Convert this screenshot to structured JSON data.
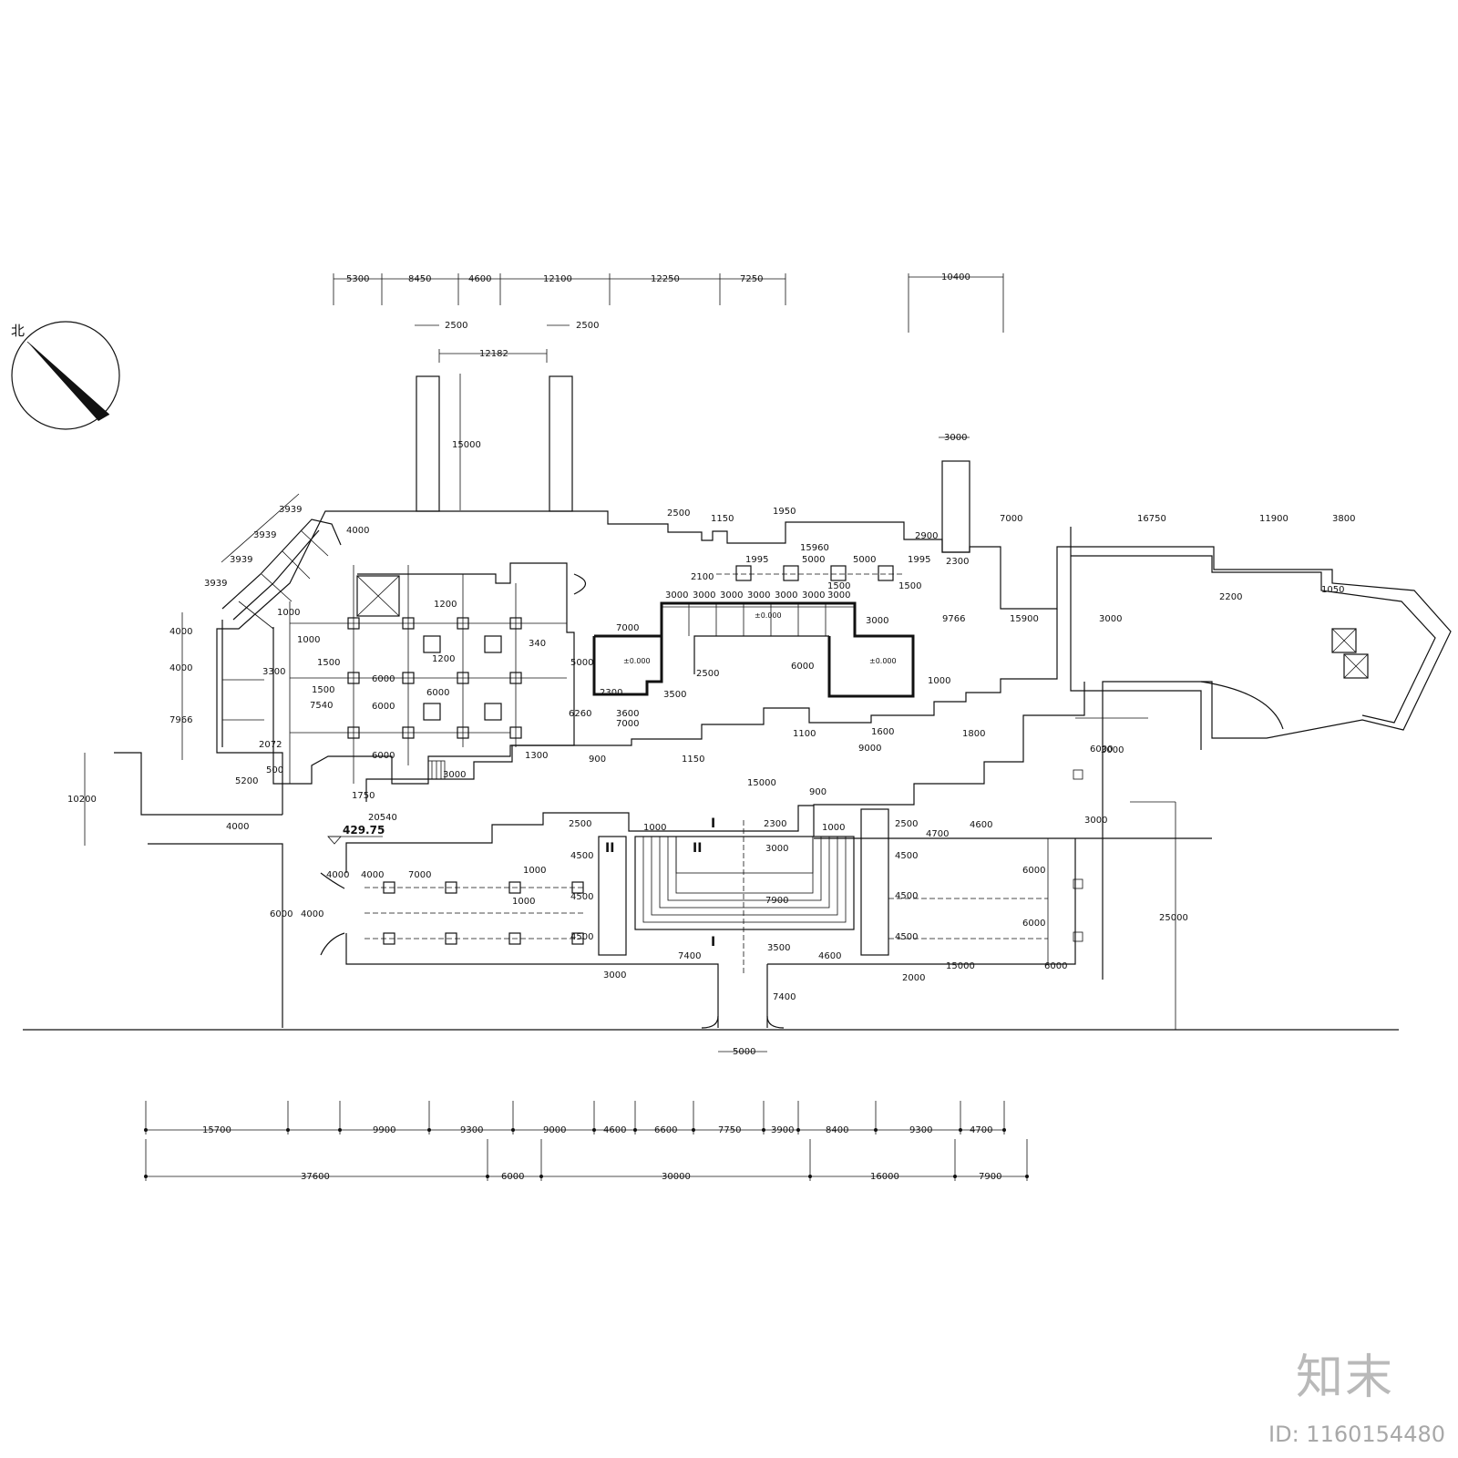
{
  "north_label": "北",
  "elevation_label": "429.75",
  "level_marks": [
    "±0.000",
    "±0.000",
    "±0.000"
  ],
  "section_marks": [
    "I",
    "I",
    "II",
    "II"
  ],
  "dims_top": [
    "5300",
    "8450",
    "4600",
    "12100",
    "12250",
    "7250",
    "10400"
  ],
  "dims_top2": [
    "2500",
    "2500",
    "12182",
    "15000",
    "3000"
  ],
  "dims_mid": [
    "2500",
    "1150",
    "1950",
    "15960",
    "2900",
    "7000",
    "16750",
    "11900",
    "3800",
    "1995",
    "5000",
    "5000",
    "1995",
    "2300",
    "1500",
    "1500",
    "2100",
    "2200",
    "1050",
    "3000",
    "3000",
    "3000",
    "3000",
    "3000",
    "3000",
    "3000",
    "3000",
    "3000",
    "9766",
    "15900",
    "3000",
    "7000",
    "6000",
    "2500",
    "3500",
    "2300",
    "6260",
    "3600",
    "7000",
    "5000",
    "1000",
    "1800",
    "1600",
    "1100",
    "9000",
    "900",
    "1150",
    "15000",
    "1300",
    "900"
  ],
  "dims_left": [
    "3939",
    "3939",
    "3939",
    "3939",
    "4000",
    "1000",
    "1000",
    "4000",
    "4000",
    "7966",
    "3300",
    "1500",
    "1500",
    "7540",
    "2072",
    "500",
    "5200",
    "10200",
    "4000",
    "1750",
    "20540",
    "1200",
    "1200",
    "340",
    "6000",
    "6000",
    "6000",
    "6000",
    "3000"
  ],
  "dims_lower": [
    "2500",
    "1000",
    "2300",
    "1000",
    "2500",
    "4700",
    "4600",
    "3000",
    "4000",
    "4000",
    "7000",
    "1000",
    "1000",
    "4500",
    "4500",
    "4500",
    "3000",
    "7900",
    "4500",
    "4500",
    "4500",
    "6000",
    "6000",
    "25000",
    "6000",
    "4000",
    "7400",
    "3500",
    "4600",
    "15000",
    "6000",
    "3000",
    "2000",
    "7400",
    "5000",
    "6000"
  ],
  "dims_bottom1": [
    "15700",
    "9900",
    "9300",
    "9000",
    "4600",
    "6600",
    "7750",
    "3900",
    "8400",
    "9300",
    "4700"
  ],
  "dims_bottom2": [
    "37600",
    "6000",
    "30000",
    "16000",
    "7900"
  ],
  "watermark": {
    "logo": "知末",
    "id": "ID: 1160154480"
  }
}
